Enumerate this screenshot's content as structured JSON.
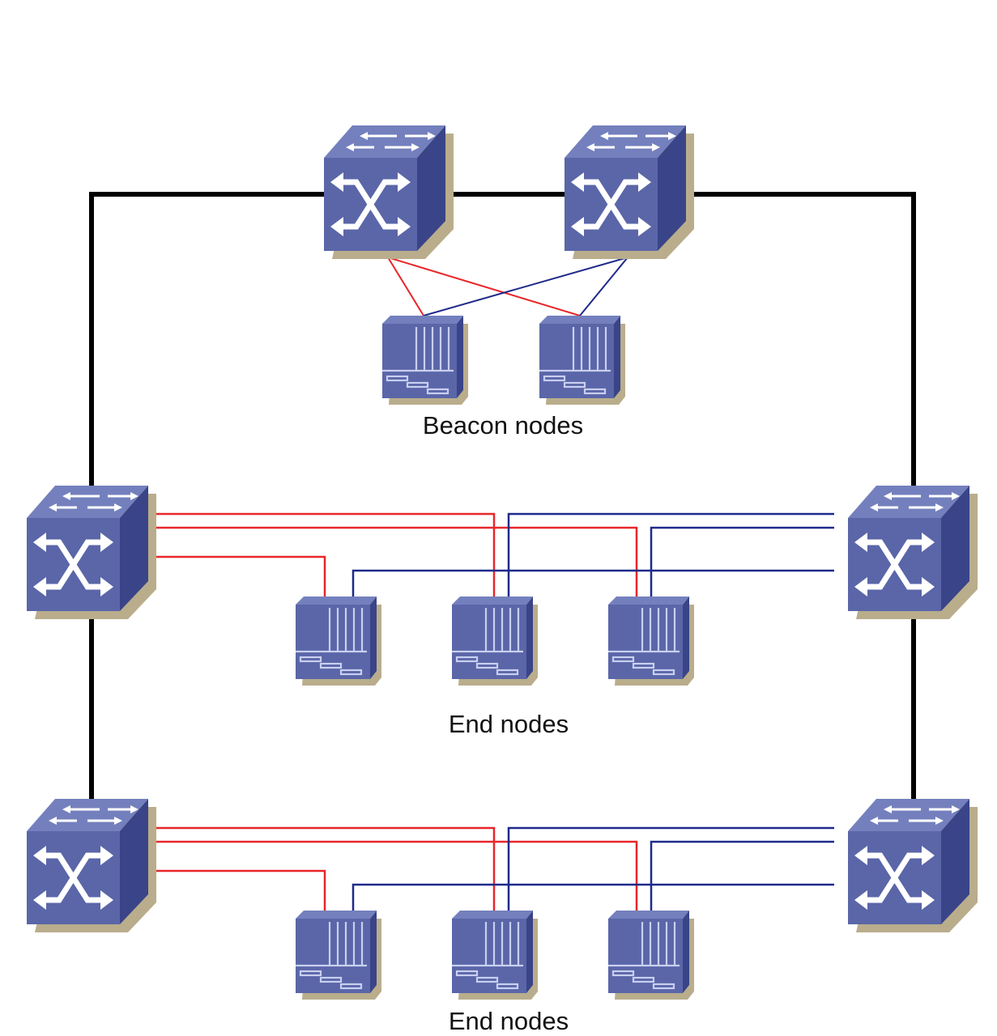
{
  "labels": {
    "beacon": "Beacon nodes",
    "end_1": "End nodes",
    "end_2": "End nodes"
  },
  "colors": {
    "device_front": "#5a66a8",
    "device_top": "#7480bd",
    "device_side": "#3a4488",
    "device_shadow": "#b9ad8c",
    "icon": "#ffffff",
    "backbone_link": "#000000",
    "primary_link": "#e8262a",
    "secondary_link": "#1f2a8a"
  },
  "switches": [
    {
      "id": "top-left-switch"
    },
    {
      "id": "top-right-switch"
    },
    {
      "id": "middle-left-switch"
    },
    {
      "id": "middle-right-switch"
    },
    {
      "id": "bottom-left-switch"
    },
    {
      "id": "bottom-right-switch"
    }
  ],
  "nodes": [
    {
      "id": "beacon-node-1",
      "group": "Beacon nodes"
    },
    {
      "id": "beacon-node-2",
      "group": "Beacon nodes"
    },
    {
      "id": "end-node-1-1",
      "group": "End nodes"
    },
    {
      "id": "end-node-1-2",
      "group": "End nodes"
    },
    {
      "id": "end-node-1-3",
      "group": "End nodes"
    },
    {
      "id": "end-node-2-1",
      "group": "End nodes"
    },
    {
      "id": "end-node-2-2",
      "group": "End nodes"
    },
    {
      "id": "end-node-2-3",
      "group": "End nodes"
    }
  ]
}
